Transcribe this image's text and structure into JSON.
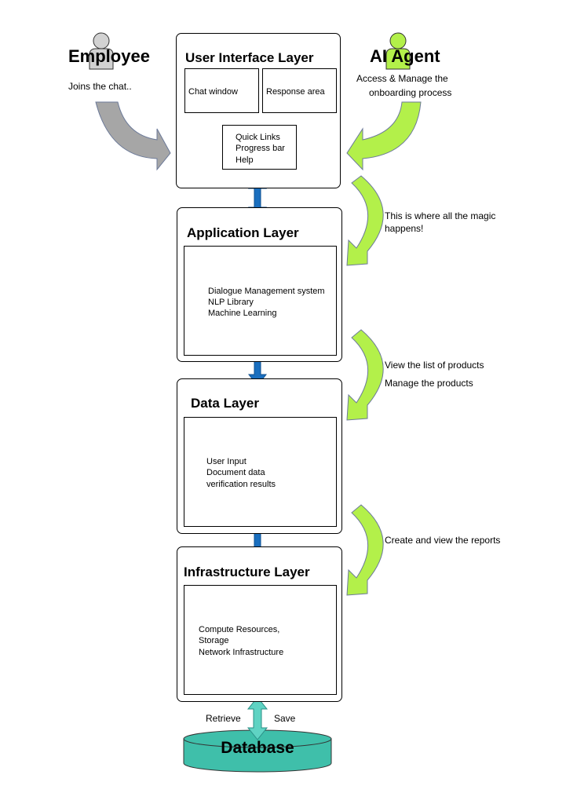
{
  "actors": {
    "employee": {
      "name": "Employee",
      "caption": "Joins the chat.."
    },
    "ai_agent": {
      "name": "AI Agent",
      "caption_line1": "Access & Manage the",
      "caption_line2": "onboarding process"
    }
  },
  "layers": {
    "ui": {
      "title": "User Interface Layer",
      "chat_window": "Chat window",
      "response_area": "Response area",
      "quick_box": [
        "Quick Links",
        "Progress bar",
        "Help"
      ]
    },
    "application": {
      "title": "Application Layer",
      "items": [
        "Dialogue Management system",
        "NLP Library",
        "Machine Learning"
      ]
    },
    "data": {
      "title": "Data Layer",
      "items": [
        "User Input",
        "Document data",
        "verification results"
      ]
    },
    "infrastructure": {
      "title": "Infrastructure Layer",
      "items": [
        "Compute Resources,",
        "Storage",
        "Network Infrastructure"
      ]
    }
  },
  "notes": {
    "magic_line1": "This is where all the magic",
    "magic_line2": "happens!",
    "products_view": "View the list of products",
    "products_manage": "Manage the products",
    "reports": "Create and view the reports"
  },
  "database": {
    "label": "Database",
    "retrieve": "Retrieve",
    "save": "Save"
  },
  "colors": {
    "employee_arrow": "#a6a6a6",
    "agent_arrow": "#b3f04a",
    "layer_arrow": "#1a6fbf",
    "db_arrow": "#5fd3c3",
    "database": "#3fbfaa"
  }
}
